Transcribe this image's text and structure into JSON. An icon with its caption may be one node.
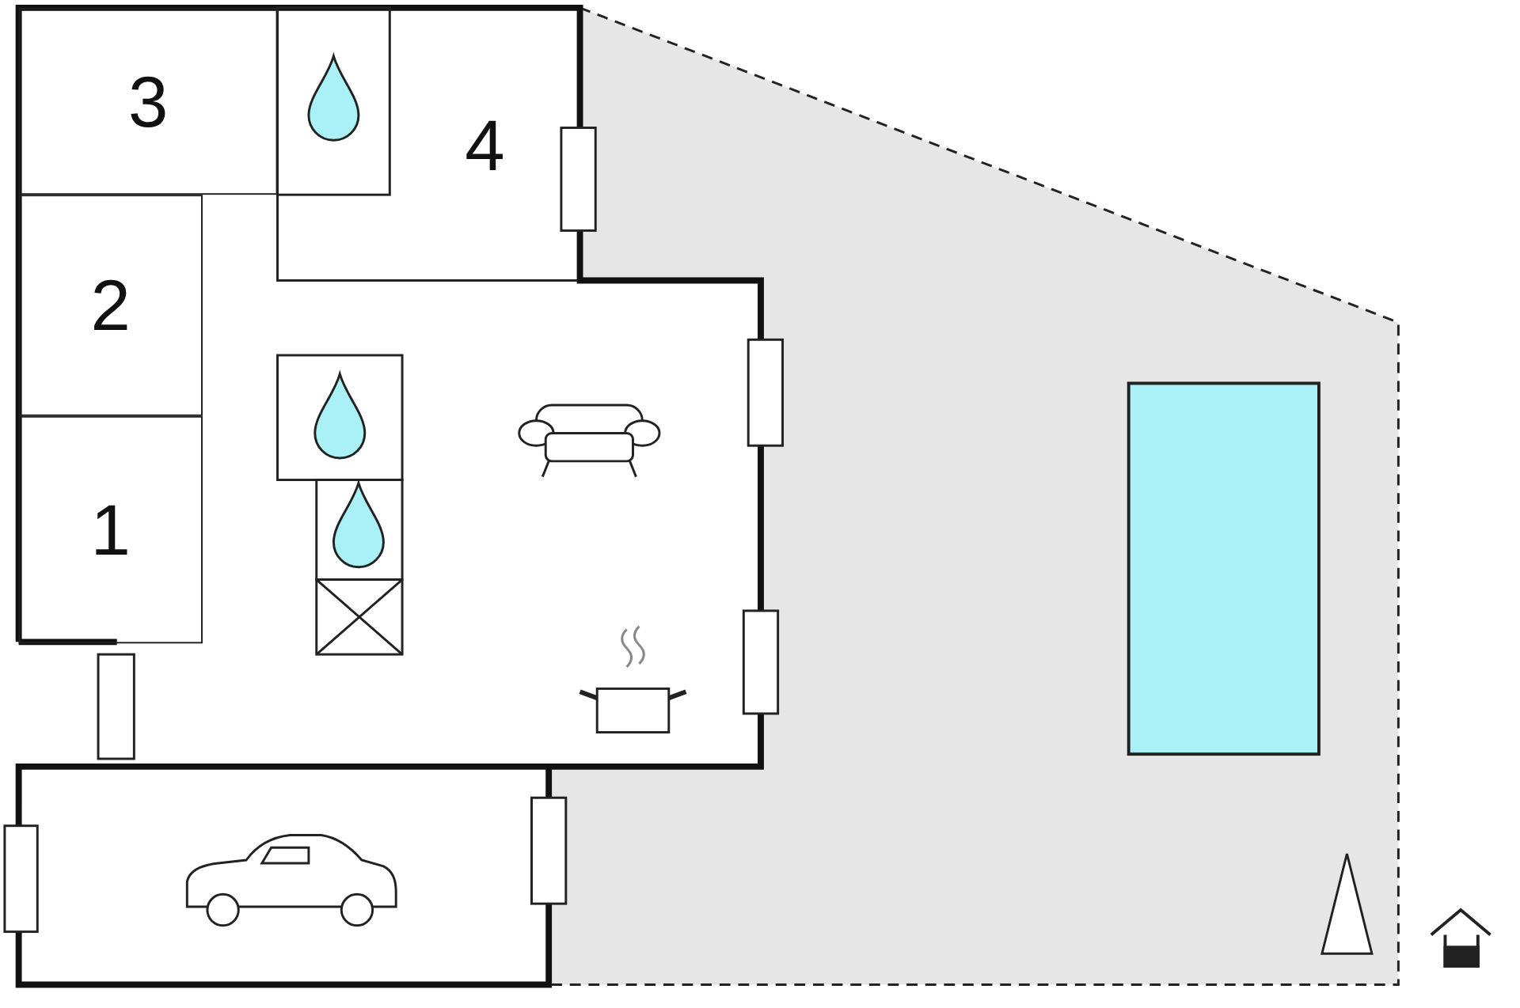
{
  "diagram": {
    "nodes": [
      {
        "text": [
          "3"
        ]
      },
      {
        "text": [
          "4"
        ]
      },
      {
        "text": [
          "2"
        ]
      },
      {
        "text": [
          "1"
        ]
      },
      {
        "text": [],
        "shape": "box"
      }
    ]
  }
}
